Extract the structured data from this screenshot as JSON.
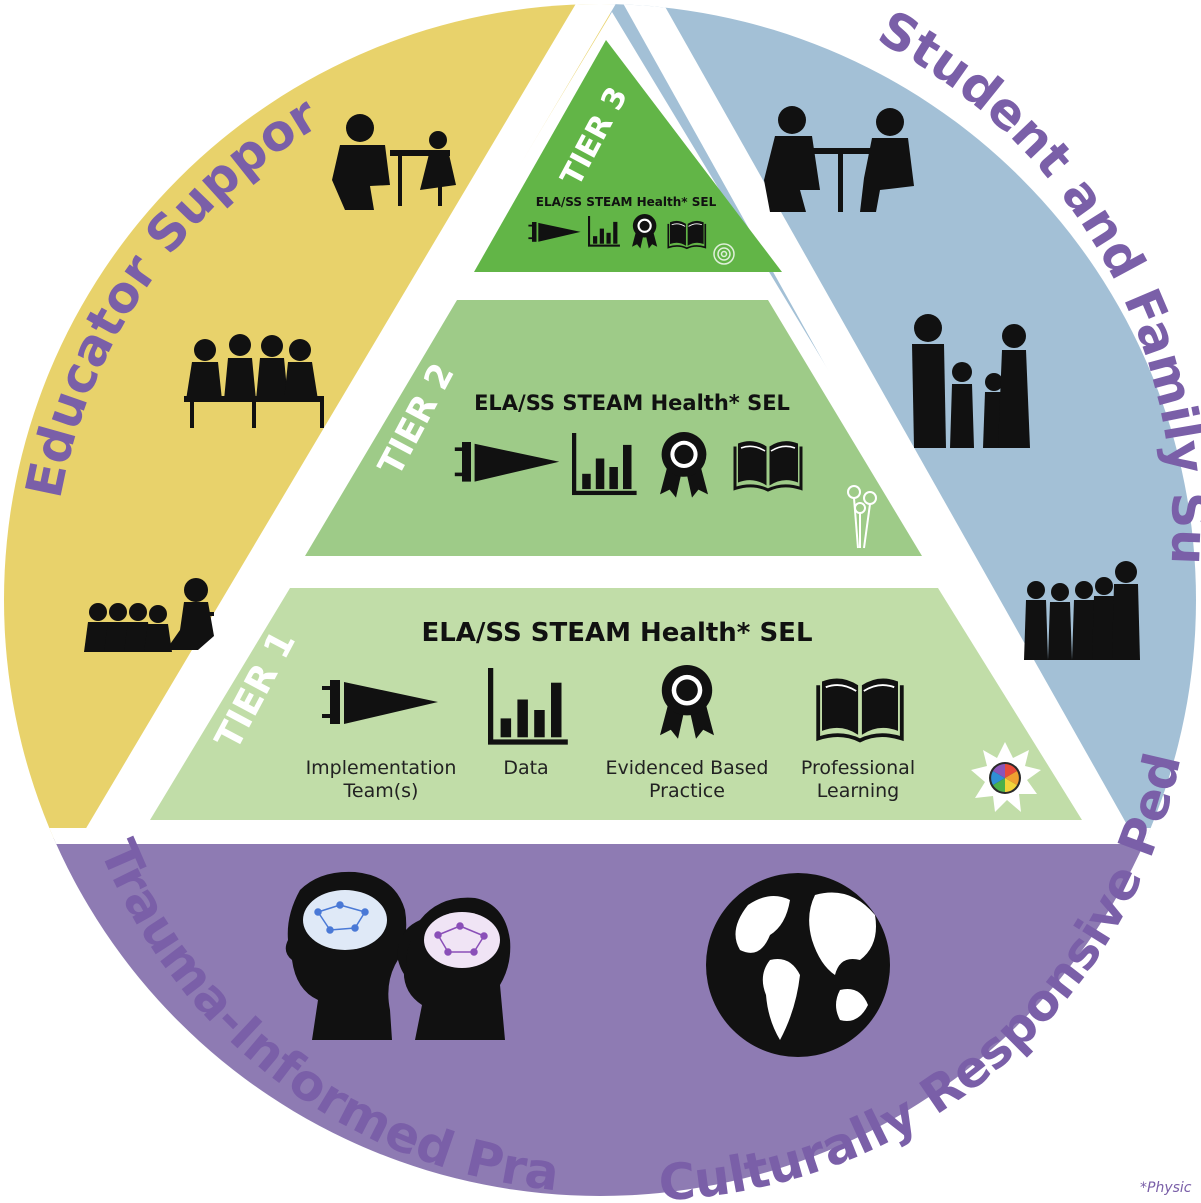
{
  "colors": {
    "educator_segment": "#e8d26b",
    "student_family_segment": "#a3c0d6",
    "bottom_segment": "#8e7bb3",
    "outer_text": "#7a5fa8",
    "tier3": "#62b547",
    "tier2": "#9ecb88",
    "tier1": "#c1dda8",
    "silhouette": "#111111"
  },
  "segments": {
    "left": "Educator Support",
    "right": "Student and Family Support",
    "bottom_left": "Trauma-Informed Practice",
    "bottom_right": "Culturally Responsive Pedagogy"
  },
  "tiers": [
    {
      "label": "TIER 3",
      "subjects": [
        "ELA/SS",
        "STEAM",
        "Health",
        "SEL"
      ],
      "subject_line": "ELA/SS STEAM Health* SEL",
      "icons": [
        "pennant-icon",
        "bar-chart-icon",
        "award-ribbon-icon",
        "book-icon",
        "fingerprint-icon"
      ]
    },
    {
      "label": "TIER 2",
      "subject_line": "ELA/SS STEAM Health* SEL",
      "icons": [
        "pennant-icon",
        "bar-chart-icon",
        "award-ribbon-icon",
        "book-icon",
        "flowers-icon"
      ]
    },
    {
      "label": "TIER 1",
      "subject_line": "ELA/SS STEAM Health* SEL",
      "icons": [
        "pennant-icon",
        "bar-chart-icon",
        "award-ribbon-icon",
        "book-icon",
        "color-wheel-icon"
      ],
      "captions": {
        "implementation": [
          "Implementation",
          "Team(s)"
        ],
        "data": "Data",
        "practice": [
          "Evidenced Based",
          "Practice"
        ],
        "learning": [
          "Professional",
          "Learning"
        ]
      }
    }
  ],
  "footnote": "*Physic"
}
